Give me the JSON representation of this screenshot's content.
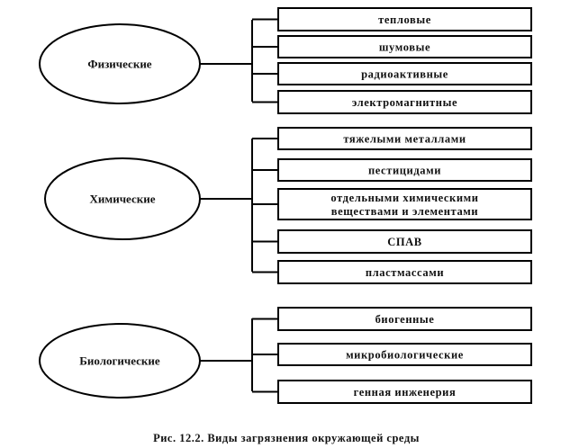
{
  "groups": [
    {
      "label": "Физические",
      "items": [
        [
          "тепловые"
        ],
        [
          "шумовые"
        ],
        [
          "радиоактивные"
        ],
        [
          "электромагнитные"
        ]
      ]
    },
    {
      "label": "Химические",
      "items": [
        [
          "тяжелыми металлами"
        ],
        [
          "пестицидами"
        ],
        [
          "отдельными химическими",
          "веществами и элементами"
        ],
        [
          "СПАВ"
        ],
        [
          "пластмассами"
        ]
      ]
    },
    {
      "label": "Биологические",
      "items": [
        [
          "биогенные"
        ],
        [
          "микробиологические"
        ],
        [
          "генная инженерия"
        ]
      ]
    }
  ],
  "caption": "Рис. 12.2. Виды загрязнения окружающей среды"
}
